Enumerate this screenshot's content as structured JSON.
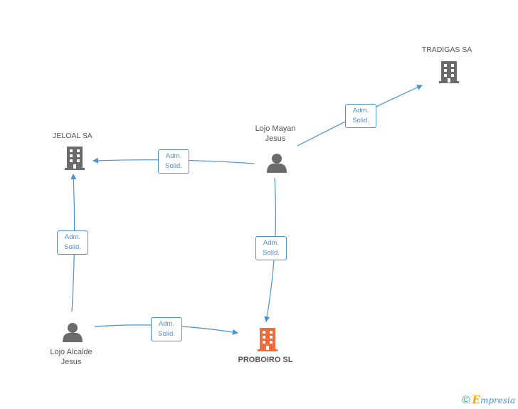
{
  "colors": {
    "edge": "#4a90d9",
    "company": "#6b6b6b",
    "focus_company": "#f26b38",
    "person": "#6b6b6b"
  },
  "nodes": {
    "tradigas": {
      "label": "TRADIGAS SA",
      "kind": "company",
      "icon": "building-icon"
    },
    "jeloal": {
      "label": "JELOAL SA",
      "kind": "company",
      "icon": "building-icon"
    },
    "lojo_mayan": {
      "label_line1": "Lojo Mayan",
      "label_line2": "Jesus",
      "kind": "person",
      "icon": "person-icon"
    },
    "lojo_alcalde": {
      "label_line1": "Lojo Alcalde",
      "label_line2": "Jesus",
      "kind": "person",
      "icon": "person-icon"
    },
    "proboiro": {
      "label": "PROBOIRO SL",
      "kind": "focus-company",
      "icon": "building-icon"
    }
  },
  "edges": [
    {
      "from": "lojo_mayan",
      "to": "tradigas",
      "line1": "Adm.",
      "line2": "Solid."
    },
    {
      "from": "lojo_mayan",
      "to": "jeloal",
      "line1": "Adm.",
      "line2": "Solid."
    },
    {
      "from": "lojo_mayan",
      "to": "proboiro",
      "line1": "Adm.",
      "line2": "Solid."
    },
    {
      "from": "lojo_alcalde",
      "to": "jeloal",
      "line1": "Adm.",
      "line2": "Solid."
    },
    {
      "from": "lojo_alcalde",
      "to": "proboiro",
      "line1": "Adm.",
      "line2": "Solid."
    }
  ],
  "footer": {
    "copyright_symbol": "©",
    "brand_initial": "E",
    "brand_rest": "mpresia"
  }
}
